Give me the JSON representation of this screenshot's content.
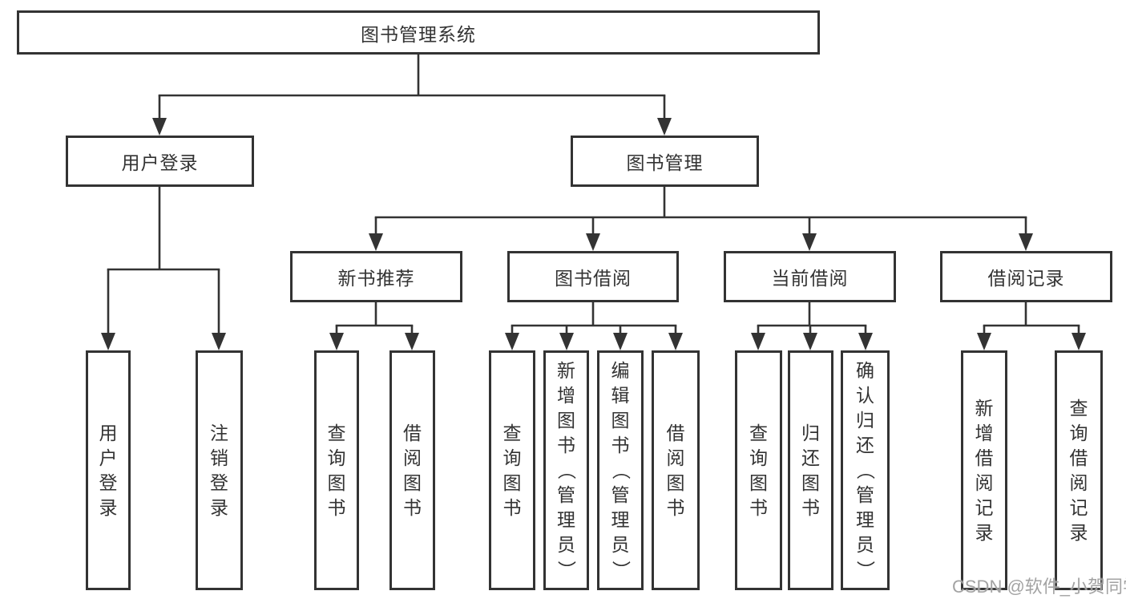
{
  "tree": {
    "root": {
      "label": "图书管理系统"
    },
    "branches": [
      {
        "label": "用户登录",
        "leaves": [
          {
            "label": "用户登录"
          },
          {
            "label": "注销登录"
          }
        ]
      },
      {
        "label": "图书管理",
        "groups": [
          {
            "label": "新书推荐",
            "leaves": [
              {
                "label": "查询图书"
              },
              {
                "label": "借阅图书"
              }
            ]
          },
          {
            "label": "图书借阅",
            "leaves": [
              {
                "label": "查询图书"
              },
              {
                "label": "新增图书（管理员）"
              },
              {
                "label": "编辑图书（管理员）"
              },
              {
                "label": "借阅图书"
              }
            ]
          },
          {
            "label": "当前借阅",
            "leaves": [
              {
                "label": "查询图书"
              },
              {
                "label": "归还图书"
              },
              {
                "label": "确认归还（管理员）"
              }
            ]
          },
          {
            "label": "借阅记录",
            "leaves": [
              {
                "label": "新增借阅记录"
              },
              {
                "label": "查询借阅记录"
              }
            ]
          }
        ]
      }
    ]
  },
  "watermark": {
    "text": "CSDN @软件_小贺同学"
  },
  "colors": {
    "line": "#333333",
    "box_border": "#333333",
    "text": "#333333",
    "background": "#ffffff",
    "watermark": "#9e9e9e"
  }
}
